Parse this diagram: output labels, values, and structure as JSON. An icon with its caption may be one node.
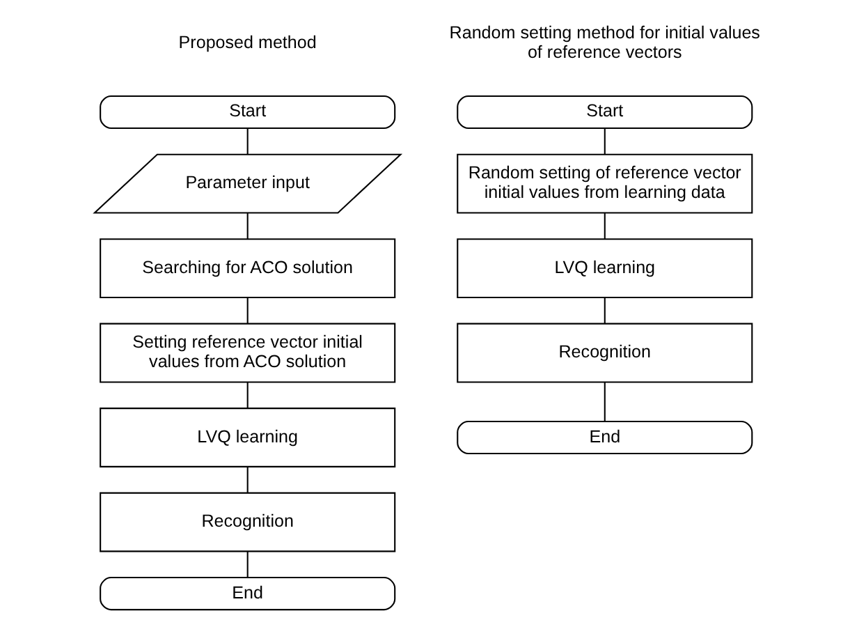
{
  "diagram": {
    "nodes": [
      {
        "text": [
          "Start"
        ]
      },
      {
        "text": [
          "Parameter input"
        ]
      },
      {
        "text": [
          "Searching for ACO solution"
        ]
      },
      {
        "text": [
          "Setting reference vector initial values from ACO solution"
        ]
      },
      {
        "text": [
          "LVQ learning"
        ]
      },
      {
        "text": [
          "Recognition"
        ]
      },
      {
        "text": [
          "End"
        ]
      },
      {
        "text": [
          "Start"
        ]
      },
      {
        "text": [
          "Random setting of reference vector initial values from learning data"
        ]
      },
      {
        "text": [
          "LVQ learning"
        ]
      },
      {
        "text": [
          "Recognition"
        ]
      },
      {
        "text": [
          "End"
        ]
      }
    ],
    "edges": [
      {
        "from": 0,
        "to": 1,
        "arrow": "none"
      },
      {
        "from": 1,
        "to": 2,
        "arrow": "none"
      },
      {
        "from": 2,
        "to": 3,
        "arrow": "none"
      },
      {
        "from": 3,
        "to": 4,
        "arrow": "none"
      },
      {
        "from": 4,
        "to": 5,
        "arrow": "none"
      },
      {
        "from": 5,
        "to": 6,
        "arrow": "none"
      },
      {
        "from": 7,
        "to": 8,
        "arrow": "none"
      },
      {
        "from": 8,
        "to": 9,
        "arrow": "none"
      },
      {
        "from": 9,
        "to": 10,
        "arrow": "none"
      },
      {
        "from": 10,
        "to": 11,
        "arrow": "none"
      }
    ],
    "labels": [
      "Proposed method",
      "Random setting method for initial values of reference vectors"
    ]
  }
}
